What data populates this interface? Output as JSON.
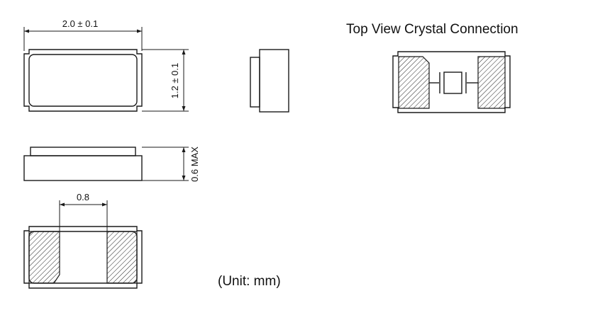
{
  "diagram": {
    "title": "Top View Crystal Connection",
    "unit_note": "(Unit: mm)",
    "dimensions": {
      "length": "2.0 ± 0.1",
      "width": "1.2 ± 0.1",
      "height": "0.6 MAX",
      "pad_gap": "0.8"
    }
  }
}
